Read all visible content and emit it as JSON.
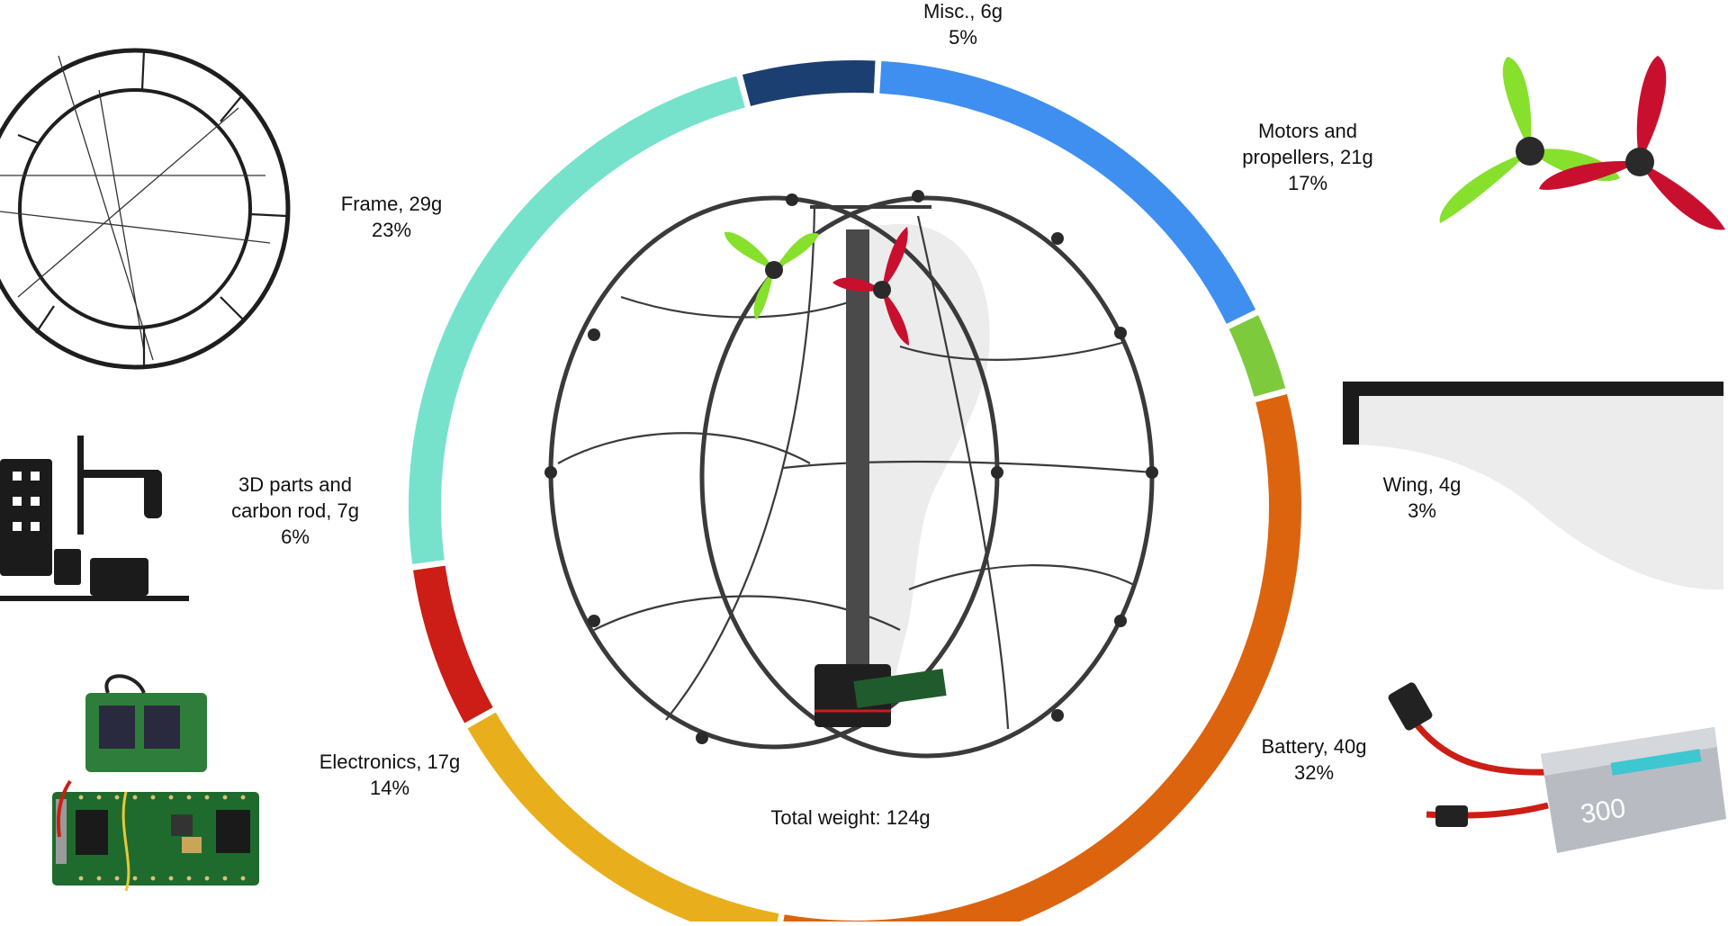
{
  "chart_data": {
    "type": "pie",
    "variant": "donut",
    "unit": "g",
    "start_angle_deg": -15,
    "direction": "clockwise",
    "total_label": "Total weight: 124g",
    "slices": [
      {
        "key": "misc",
        "label_line1": "Misc., 6g",
        "label_line2": "",
        "percent_label": "5%",
        "grams": 6,
        "percent": 5,
        "color": "#1c3f72"
      },
      {
        "key": "motors",
        "label_line1": "Motors and",
        "label_line2": "propellers, 21g",
        "percent_label": "17%",
        "grams": 21,
        "percent": 17,
        "color": "#3f8ff0"
      },
      {
        "key": "wing",
        "label_line1": "Wing, 4g",
        "label_line2": "",
        "percent_label": "3%",
        "grams": 4,
        "percent": 3,
        "color": "#7dcb3c"
      },
      {
        "key": "battery",
        "label_line1": "Battery, 40g",
        "label_line2": "",
        "percent_label": "32%",
        "grams": 40,
        "percent": 32,
        "color": "#dc640f"
      },
      {
        "key": "electronics",
        "label_line1": "Electronics, 17g",
        "label_line2": "",
        "percent_label": "14%",
        "grams": 17,
        "percent": 14,
        "color": "#e9ae1c"
      },
      {
        "key": "parts",
        "label_line1": "3D parts and",
        "label_line2": "carbon rod, 7g",
        "percent_label": "6%",
        "grams": 7,
        "percent": 6,
        "color": "#cc1e16"
      },
      {
        "key": "frame",
        "label_line1": "Frame, 29g",
        "label_line2": "",
        "percent_label": "23%",
        "grams": 29,
        "percent": 23,
        "color": "#76e2cc"
      }
    ]
  },
  "images": {
    "drone": "drone-image",
    "frame": "frame-ring-image",
    "parts": "printed-parts-image",
    "electronics": "electronics-board-image",
    "motors": "propellers-image",
    "wing": "wing-image",
    "battery": "battery-pack-image"
  }
}
